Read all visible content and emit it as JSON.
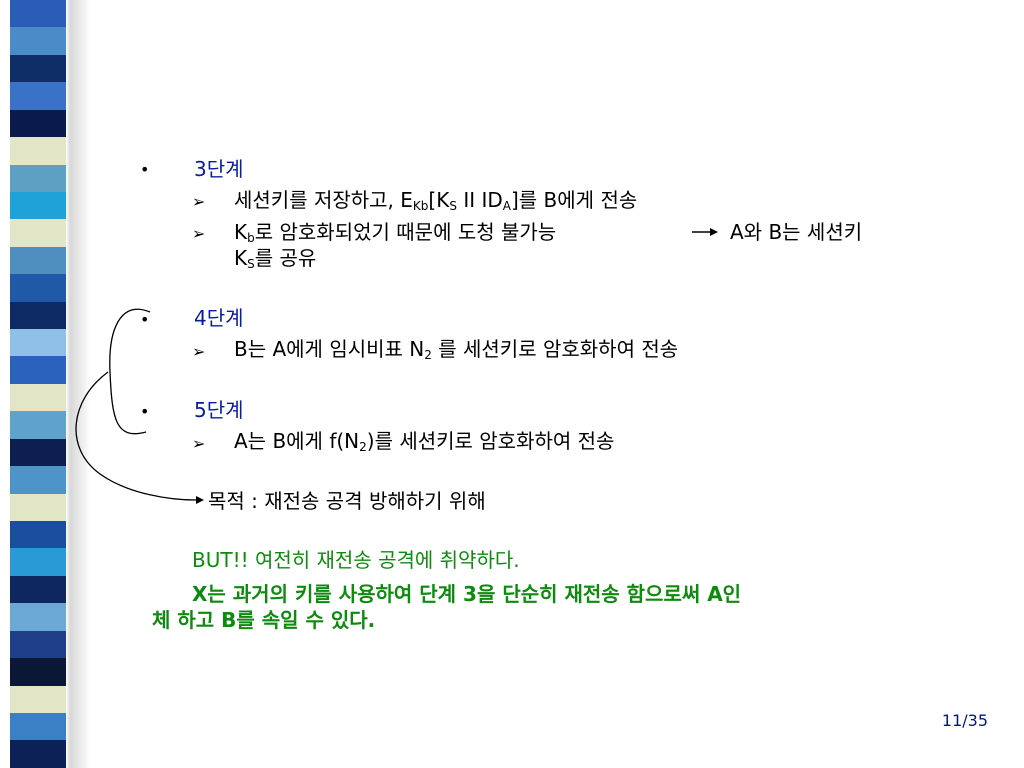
{
  "stripe_colors": [
    "#2a5db8",
    "#4a8cc8",
    "#0f2d66",
    "#3a72c8",
    "#0a1a4a",
    "#e3e6c6",
    "#5e9fc4",
    "#1fa2d8",
    "#e3e6c6",
    "#4f8fc0",
    "#2059a8",
    "#0d2a64",
    "#8fc0e6",
    "#2a62bd",
    "#e3e6c6",
    "#5fa3cc",
    "#0c1f50",
    "#4d94c8",
    "#e3e6c6",
    "#1a4fa0",
    "#2a9ad6",
    "#0e2760",
    "#6ca8d4",
    "#203f8a",
    "#0a1836",
    "#e3e6c6",
    "#3b7fc4",
    "#0c2256"
  ],
  "slide": {
    "step3": {
      "title": "3단계",
      "item1": {
        "pre": "세션키를 저장하고, E",
        "sub1": "Kb",
        "mid1": "[K",
        "sub2": "S",
        "mid2": " II ID",
        "sub3": "A",
        "post": "]를 B에게 전송"
      },
      "item2": {
        "pre": "K",
        "sub1": "b",
        "mid": "로 암호화되었기 때문에 도청 불가능",
        "post": "A와 B는 세션키",
        "line2_pre": "K",
        "line2_sub": "S",
        "line2_post": "를 공유"
      }
    },
    "step4": {
      "title": "4단계",
      "item1": {
        "pre": "B는 A에게 임시비표 N",
        "sub": "2",
        "post": " 를 세션키로 암호화하여 전송"
      }
    },
    "step5": {
      "title": "5단계",
      "item1": {
        "pre": "A는 B에게 f(N",
        "sub": "2",
        "post": ")를 세션키로 암호화하여 전송"
      }
    },
    "purpose": "목적 : 재전송 공격 방해하기 위해",
    "but_line": "BUT!! 여전히 재전송 공격에 취약하다.",
    "x_line1": "X는 과거의 키를 사용하여 단계 3을 단순히 재전송 함으로써 A인",
    "x_line2": "체 하고 B를 속일 수 있다.",
    "bullet_char": "•",
    "sub_bullet_char": "➢",
    "page_number": "11/35"
  }
}
